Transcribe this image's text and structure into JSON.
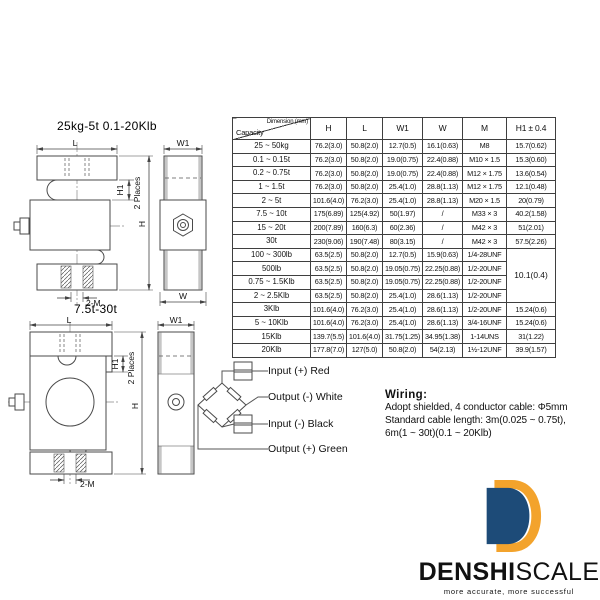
{
  "drawing1": {
    "title": "25kg-5t  0.1-20Klb",
    "labels": {
      "L": "L",
      "W1": "W1",
      "H1": "H1",
      "places": "2 Places",
      "H": "H",
      "M": "2-M",
      "W": "W"
    }
  },
  "drawing2": {
    "title": "7.5t-30t",
    "labels": {
      "L": "L",
      "W1": "W1",
      "H1": "H1",
      "places": "2 Places",
      "H": "H",
      "M": "2-M"
    }
  },
  "table": {
    "corner": {
      "top": "Dimension (mm)",
      "bottom": "Capacity"
    },
    "columns": [
      "H",
      "L",
      "W1",
      "W",
      "M",
      "H1 ± 0.4"
    ],
    "rows": [
      [
        "25 ~ 50kg",
        "76.2(3.0)",
        "50.8(2.0)",
        "12.7(0.5)",
        "16.1(0.63)",
        "M8",
        "15.7(0.62)"
      ],
      [
        "0.1 ~ 0.15t",
        "76.2(3.0)",
        "50.8(2.0)",
        "19.0(0.75)",
        "22.4(0.88)",
        "M10 × 1.5",
        "15.3(0.60)"
      ],
      [
        "0.2 ~ 0.75t",
        "76.2(3.0)",
        "50.8(2.0)",
        "19.0(0.75)",
        "22.4(0.88)",
        "M12 × 1.75",
        "13.6(0.54)"
      ],
      [
        "1 ~ 1.5t",
        "76.2(3.0)",
        "50.8(2.0)",
        "25.4(1.0)",
        "28.8(1.13)",
        "M12 × 1.75",
        "12.1(0.48)"
      ],
      [
        "2 ~ 5t",
        "101.6(4.0)",
        "76.2(3.0)",
        "25.4(1.0)",
        "28.8(1.13)",
        "M20 × 1.5",
        "20(0.79)"
      ],
      [
        "7.5 ~ 10t",
        "175(6.89)",
        "125(4.92)",
        "50(1.97)",
        "/",
        "M33 × 3",
        "40.2(1.58)"
      ],
      [
        "15 ~ 20t",
        "200(7.89)",
        "160(6.3)",
        "60(2.36)",
        "/",
        "M42 × 3",
        "51(2.01)"
      ],
      [
        "30t",
        "230(9.06)",
        "190(7.48)",
        "80(3.15)",
        "/",
        "M42 × 3",
        "57.5(2.26)"
      ],
      [
        "100 ~ 300lb",
        "63.5(2.5)",
        "50.8(2.0)",
        "12.7(0.5)",
        "15.9(0.63)",
        "1/4-28UNF",
        {
          "v": "10.1(0.4)",
          "rowspan": 4
        }
      ],
      [
        "500lb",
        "63.5(2.5)",
        "50.8(2.0)",
        "19.05(0.75)",
        "22.25(0.88)",
        "1/2-20UNF",
        null
      ],
      [
        "0.75 ~ 1.5Klb",
        "63.5(2.5)",
        "50.8(2.0)",
        "19.05(0.75)",
        "22.25(0.88)",
        "1/2-20UNF",
        null
      ],
      [
        "2 ~ 2.5Klb",
        "63.5(2.5)",
        "50.8(2.0)",
        "25.4(1.0)",
        "28.6(1.13)",
        "1/2-20UNF",
        null
      ],
      [
        "3Klb",
        "101.6(4.0)",
        "76.2(3.0)",
        "25.4(1.0)",
        "28.6(1.13)",
        "1/2-20UNF",
        "15.24(0.6)"
      ],
      [
        "5 ~ 10Klb",
        "101.6(4.0)",
        "76.2(3.0)",
        "25.4(1.0)",
        "28.6(1.13)",
        "3/4-16UNF",
        "15.24(0.6)"
      ],
      [
        "15Klb",
        "139.7(5.5)",
        "101.6(4.0)",
        "31.75(1.25)",
        "34.95(1.38)",
        "1-14UNS",
        "31(1.22)"
      ],
      [
        "20Klb",
        "177.8(7.0)",
        "127(5.0)",
        "50.8(2.0)",
        "54(2.13)",
        "1½-12UNF",
        "39.9(1.57)"
      ]
    ]
  },
  "bridge": {
    "labels": [
      "Input (+) Red",
      "Output (-) White",
      "Input (-) Black",
      "Output (+) Green"
    ]
  },
  "wiring": {
    "title": "Wiring:",
    "lines": [
      "Adopt shielded, 4 conductor cable: Φ5mm",
      "Standard cable length: 3m(0.025 ~ 0.75t),",
      "6m(1 ~ 30t)(0.1 ~ 20Klb)"
    ]
  },
  "logo": {
    "name_primary": "DENSHI",
    "name_secondary": "SCALE",
    "tagline": "more accurate, more successful",
    "colors": {
      "blue": "#1d4b78",
      "orange": "#f3a32c"
    }
  }
}
